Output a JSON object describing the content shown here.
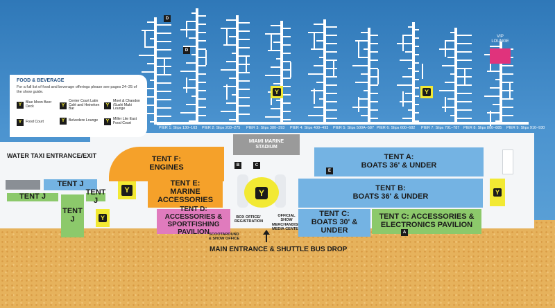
{
  "legend": {
    "title": "FOOD & BEVERAGE",
    "description": "For a full list of food and beverage offerings please see pages 24–25 of the show guide.",
    "items": [
      {
        "label": "Blue Moon Beer Deck"
      },
      {
        "label": "Center Court Latin Café and Heineken Bar"
      },
      {
        "label": "Moet & Chandon /Sushi Maki Lounge"
      },
      {
        "label": "Food Court"
      },
      {
        "label": "Belvedere Lounge"
      },
      {
        "label": "Miller Lite East Food Court"
      }
    ]
  },
  "piers": [
    "PIER 1: Slips 130–163",
    "PIER 2: Slips 203–275",
    "PIER 3: Slips 380–393",
    "PIER 4: Slips 400–493",
    "PIER 5: Slips 500A–587",
    "PIER 6: Slips 600–682",
    "PIER 7: Slips 701–787",
    "PIER 8: Slips 800–885",
    "PIER 9: Slips 910–930"
  ],
  "tents": {
    "a": {
      "line1": "TENT A:",
      "line2": "BOATS 36' & UNDER"
    },
    "b": {
      "line1": "TENT B:",
      "line2": "BOATS 36' & UNDER"
    },
    "c": {
      "line1": "TENT C:",
      "line2": "BOATS 30' & UNDER"
    },
    "c2": {
      "line1": "TENT C: ACCESSORIES &",
      "line2": "ELECTRONICS PAVILION"
    },
    "d": {
      "line1": "TENT D:",
      "line2": "ACCESSORIES &",
      "line3": "SPORTFISHING PAVILION"
    },
    "e": {
      "line1": "TENT E:",
      "line2": "MARINE ACCESSORIES"
    },
    "f": {
      "line1": "TENT F:",
      "line2": "ENGINES"
    },
    "j": "TENT J"
  },
  "stadium": {
    "line1": "MIAMI MARINE",
    "line2": "STADIUM"
  },
  "labels": {
    "water_taxi": "WATER TAXI ENTRANCE/EXIT",
    "vip": "VIP LOUNGE",
    "box_office": "BOX OFFICE/ REGISTRATION",
    "merch": "OFFICIAL SHOW MERCHANDISE/ MEDIA CENTER",
    "scootaround": "SCOOTAROUND & SHOW OFFICE",
    "main_entrance": "MAIN ENTRANCE & SHUTTLE BUS DROP"
  },
  "tags": {
    "a": "A",
    "b": "B",
    "c": "C",
    "d": "D",
    "e": "E"
  },
  "icons": {
    "food": "food-beverage-icon",
    "arrow": "arrow-up-icon"
  },
  "colors": {
    "water": "#3d86c4",
    "sand": "#e6b25c",
    "tent_blue": "#74b3e3",
    "tent_orange": "#f5a12a",
    "tent_green": "#8cc96b",
    "tent_pink": "#e07bbd",
    "food_yellow": "#f2e933",
    "vip_pink": "#e0337c"
  }
}
